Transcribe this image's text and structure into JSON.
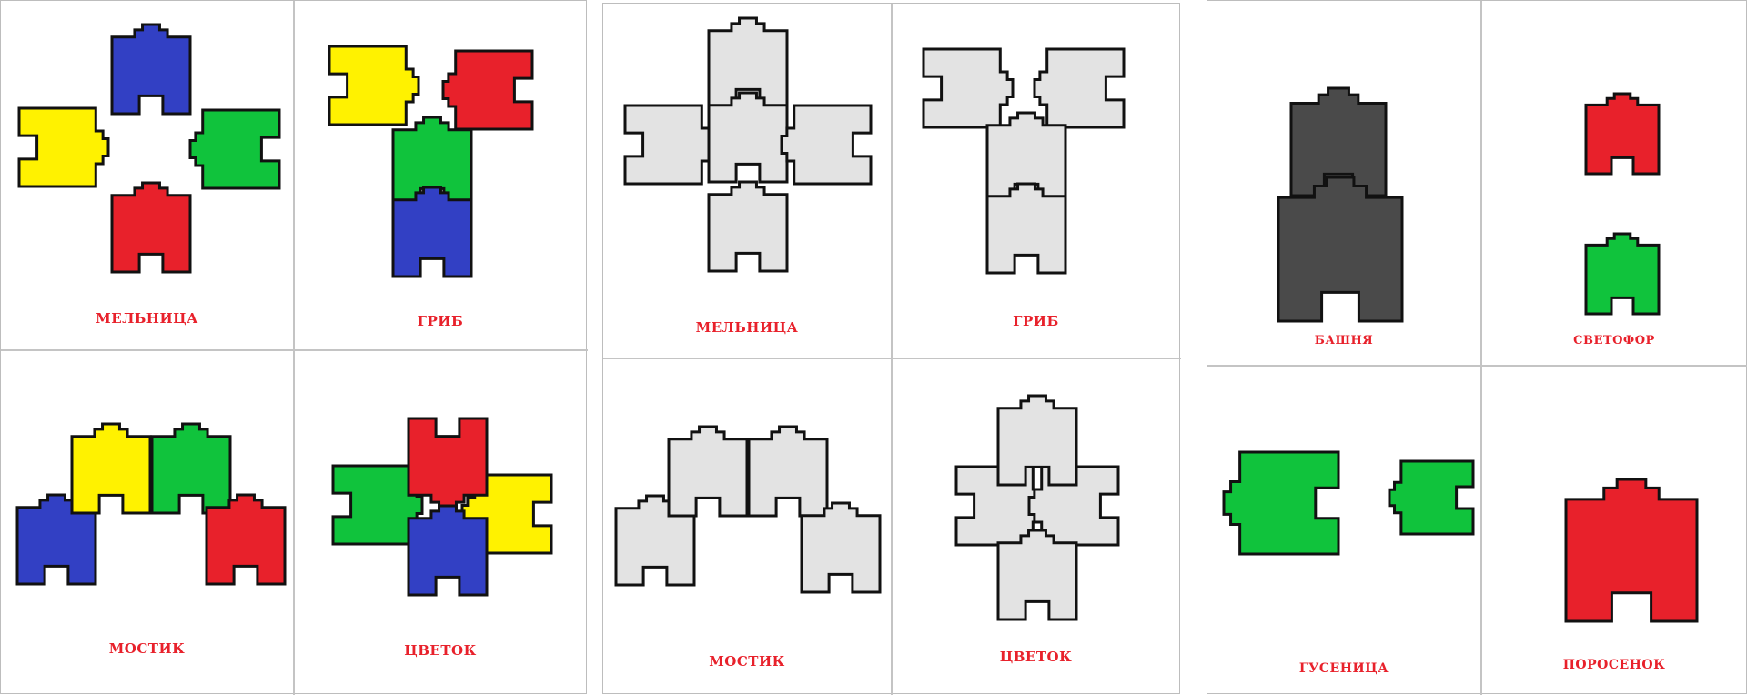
{
  "colors": {
    "yellow": "#fff200",
    "red": "#e8212b",
    "green": "#10c33c",
    "blue": "#3240c4",
    "light_gray": "#e3e3e3",
    "dark_gray": "#4a4a4a",
    "label": "#e8212b"
  },
  "sheets": [
    {
      "cards": [
        {
          "label": "МЕЛЬНИЦА"
        },
        {
          "label": "ГРИБ"
        },
        {
          "label": "МОСТИК"
        },
        {
          "label": "ЦВЕТОК"
        }
      ]
    },
    {
      "cards": [
        {
          "label": "МЕЛЬНИЦА"
        },
        {
          "label": "ГРИБ"
        },
        {
          "label": "МОСТИК"
        },
        {
          "label": "ЦВЕТОК"
        }
      ]
    },
    {
      "cards": [
        {
          "label": "БАШНЯ"
        },
        {
          "label": "СВЕТОФОР"
        },
        {
          "label": "ГУСЕНИЦА"
        },
        {
          "label": "ПОРОСЕНОК"
        }
      ]
    }
  ]
}
